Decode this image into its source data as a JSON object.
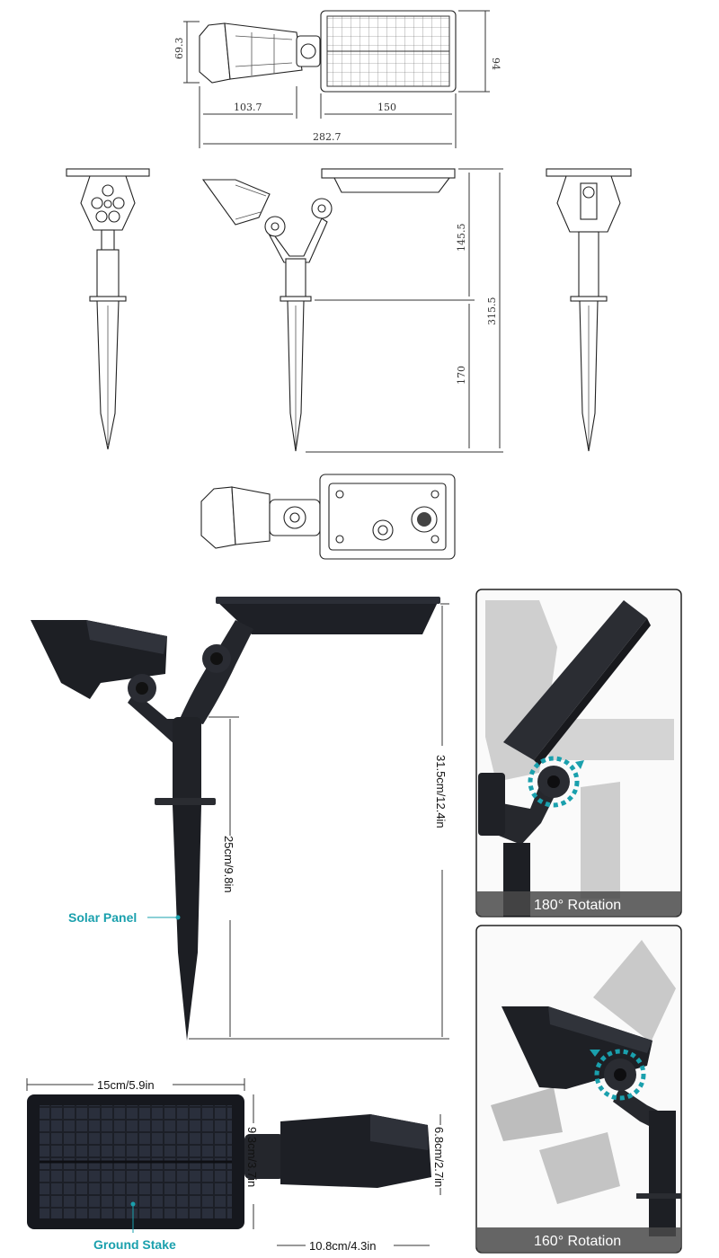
{
  "drawing": {
    "top_view": {
      "dim_height_left": "69.3",
      "dim_height_right": "94",
      "dim_light": "103.7",
      "dim_panel": "150",
      "dim_total": "282.7"
    },
    "side_view": {
      "dim_upper": "145.5",
      "dim_lower": "170",
      "dim_total": "315.5"
    }
  },
  "photo": {
    "height_total": "31.5cm/12.4in",
    "stake_height": "25cm/9.8in",
    "panel_width": "15cm/5.9in",
    "panel_height": "9.3cm/3.7in",
    "light_width": "10.8cm/4.3in",
    "light_height": "6.8cm/2.7in",
    "callout_stake": "Solar Panel",
    "callout_panel": "Ground Stake",
    "accent_color": "#1aa0ad"
  },
  "rotation_panels": [
    {
      "caption": "180° Rotation"
    },
    {
      "caption": "160° Rotation"
    }
  ]
}
